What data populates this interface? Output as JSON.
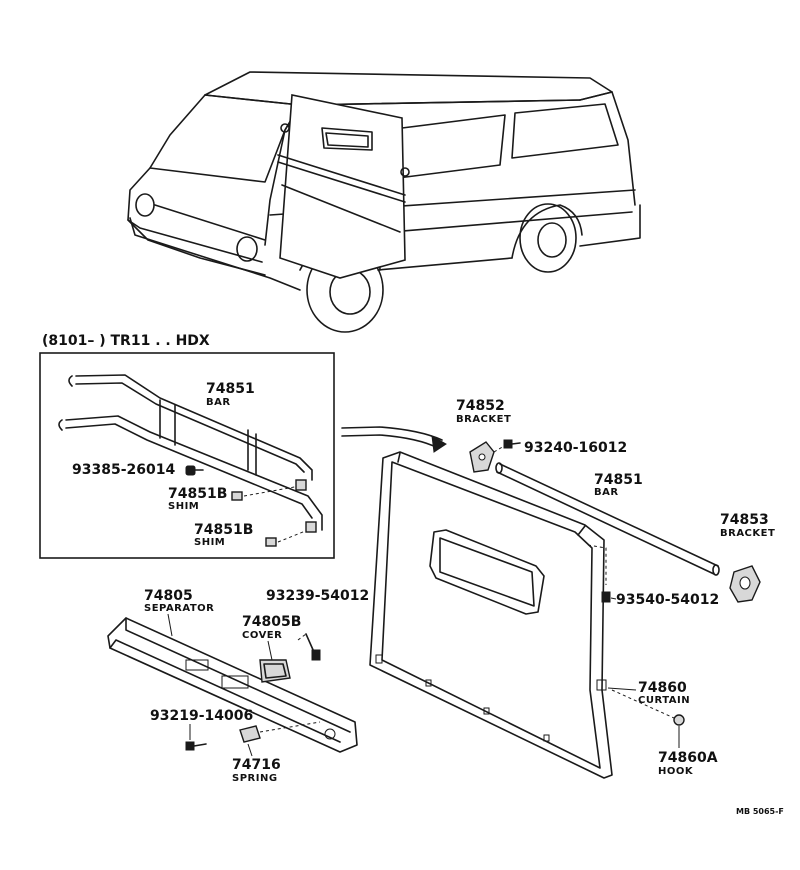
{
  "header": {
    "range_label": "(8101–        ) TR11 . . HDX"
  },
  "drawing_ref": "MB 5065-F",
  "parts": [
    {
      "key": "bar_inset",
      "number": "74851",
      "name": "BAR"
    },
    {
      "key": "bolt_inset",
      "number": "93385-26014",
      "name": ""
    },
    {
      "key": "shim_1",
      "number": "74851B",
      "name": "SHIM"
    },
    {
      "key": "shim_2",
      "number": "74851B",
      "name": "SHIM"
    },
    {
      "key": "bracket_top",
      "number": "74852",
      "name": "BRACKET"
    },
    {
      "key": "screw_top",
      "number": "93240-16012",
      "name": ""
    },
    {
      "key": "bar_main",
      "number": "74851",
      "name": "BAR"
    },
    {
      "key": "bracket_right",
      "number": "74853",
      "name": "BRACKET"
    },
    {
      "key": "screw_right",
      "number": "93540-54012",
      "name": ""
    },
    {
      "key": "separator",
      "number": "74805",
      "name": "SEPARATOR"
    },
    {
      "key": "screw_sep",
      "number": "93239-54012",
      "name": ""
    },
    {
      "key": "cover",
      "number": "74805B",
      "name": "COVER"
    },
    {
      "key": "screw_low",
      "number": "93219-14006",
      "name": ""
    },
    {
      "key": "spring",
      "number": "74716",
      "name": "SPRING"
    },
    {
      "key": "curtain",
      "number": "74860",
      "name": "CURTAIN"
    },
    {
      "key": "hook",
      "number": "74860A",
      "name": "HOOK"
    }
  ]
}
